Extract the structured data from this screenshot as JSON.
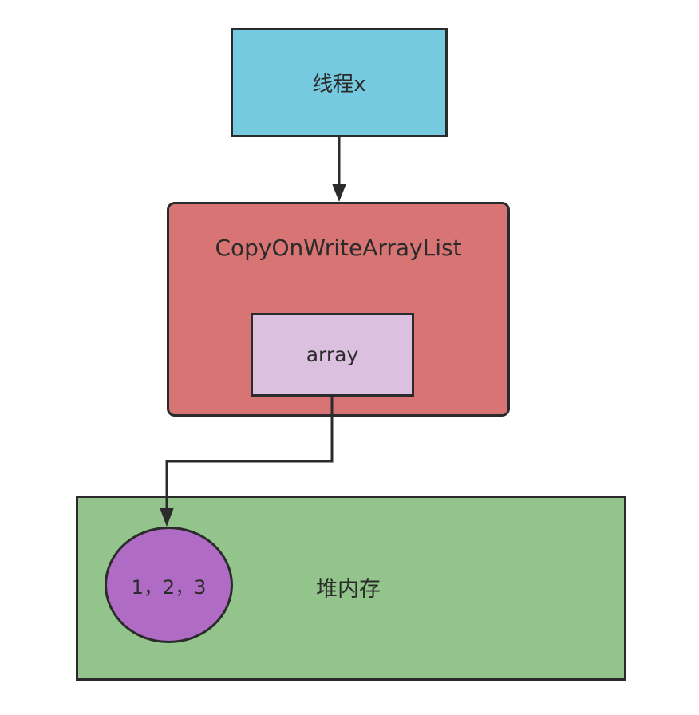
{
  "thread": {
    "label": "线程x"
  },
  "list": {
    "title": "CopyOnWriteArrayList"
  },
  "array": {
    "label": "array"
  },
  "heap": {
    "label": "堆内存",
    "values": "1，2，3"
  },
  "colors": {
    "thread_fill": "#76cadf",
    "list_fill": "#d87574",
    "array_fill": "#dbc0df",
    "heap_fill": "#93c48b",
    "values_fill": "#b06cc5",
    "stroke": "#2b2b2b"
  }
}
